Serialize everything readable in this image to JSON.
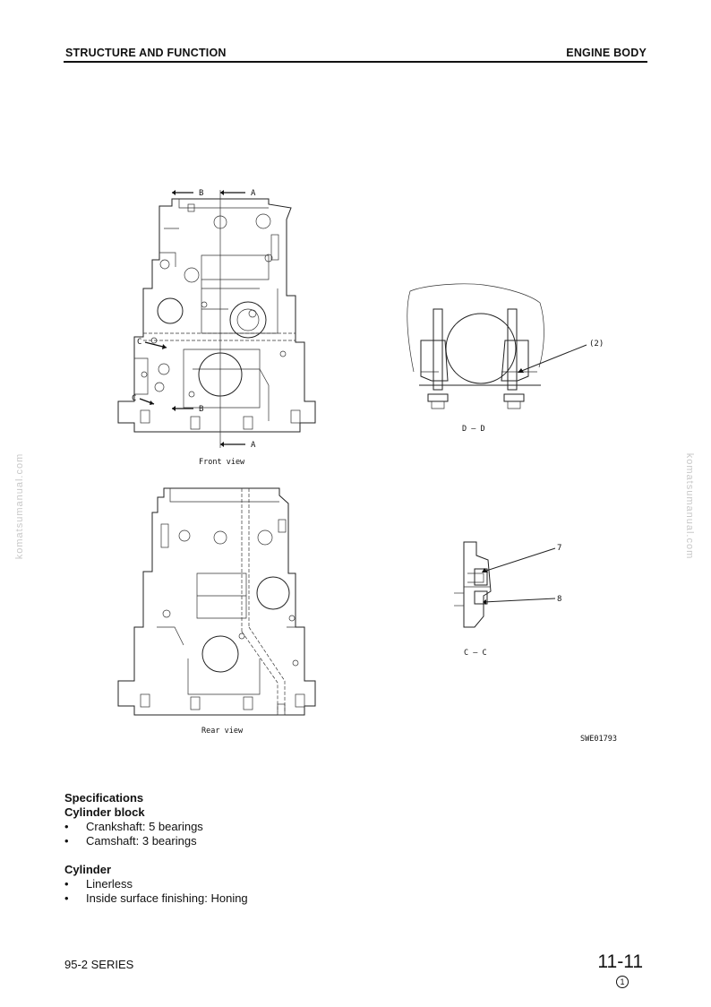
{
  "header": {
    "left": "STRUCTURE AND FUNCTION",
    "right": "ENGINE BODY"
  },
  "watermark": "komatsumanual.com",
  "figure": {
    "section_labels": [
      "B",
      "A",
      "B",
      "A",
      "C",
      "C"
    ],
    "front_caption": "Front view",
    "rear_caption": "Rear view",
    "dd_caption": "D – D",
    "cc_caption": "C – C",
    "callout_2": "(2)",
    "callout_7": "7",
    "callout_8": "8",
    "figure_code": "SWE01793"
  },
  "specs": {
    "title": "Specifications",
    "cylinder_block": {
      "heading": "Cylinder block",
      "items": [
        "Crankshaft: 5 bearings",
        "Camshaft: 3 bearings"
      ]
    },
    "cylinder": {
      "heading": "Cylinder",
      "items": [
        "Linerless",
        "Inside surface finishing: Honing"
      ]
    }
  },
  "footer": {
    "series": "95-2 SERIES",
    "page": "11-11",
    "revision": "1"
  }
}
